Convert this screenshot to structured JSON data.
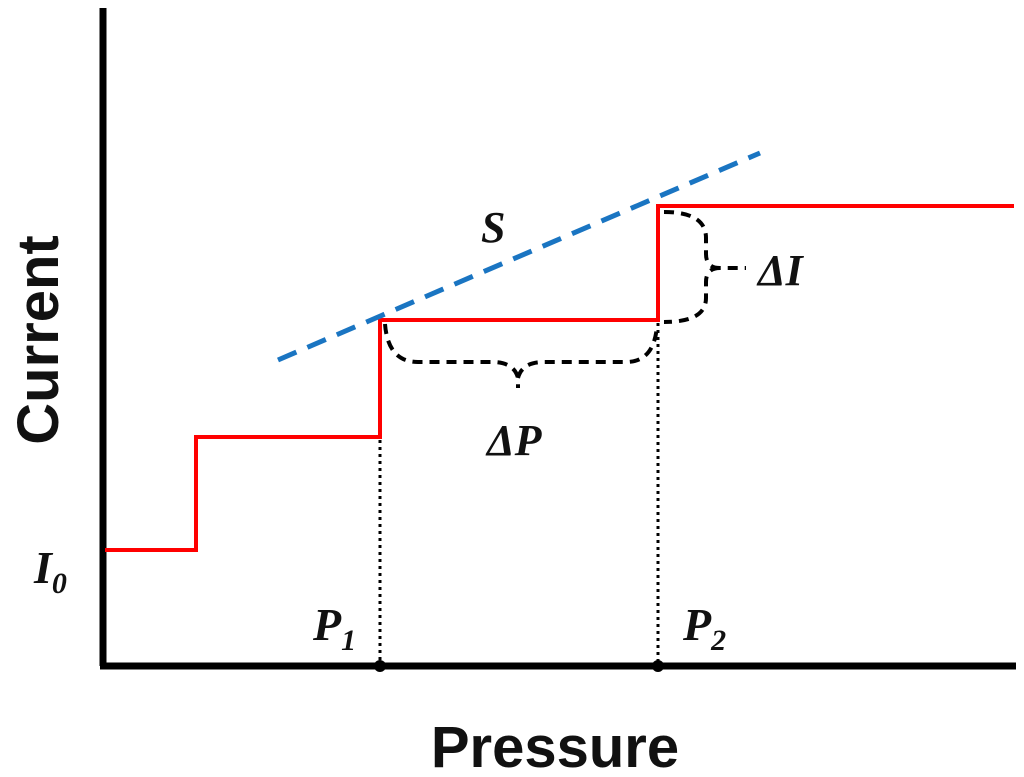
{
  "axes": {
    "x_title": "Pressure",
    "y_title": "Current"
  },
  "labels": {
    "i0_main": "I",
    "i0_sub": "0",
    "p1_main": "P",
    "p1_sub": "1",
    "p2_main": "P",
    "p2_sub": "2",
    "slope": "S",
    "delta_p": "ΔP",
    "delta_i": "ΔI"
  },
  "colors": {
    "response_curve": "#ff0000",
    "slope_line": "#1a75c2",
    "axes": "#000000",
    "guides": "#000000"
  }
}
